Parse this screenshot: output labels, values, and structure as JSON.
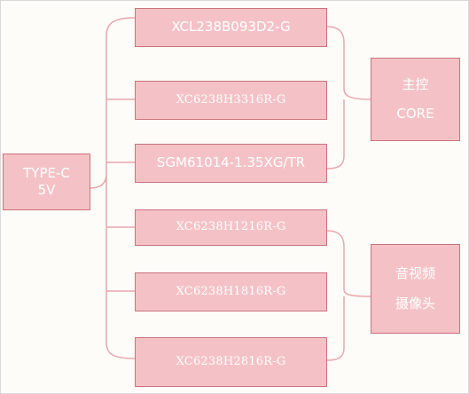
{
  "input": {
    "line1": "TYPE-C",
    "line2": "5V"
  },
  "chips": [
    "XCL238B093D2-G",
    "XC6238H3316R-G",
    "SGM61014-1.35XG/TR",
    "XC6238H1216R-G",
    "XC6238H1816R-G",
    "XC6238H2816R-G"
  ],
  "groups": [
    {
      "line1": "主控",
      "line2": "CORE"
    },
    {
      "line1": "音视频",
      "line2": "摄像头"
    }
  ],
  "colors": {
    "box_fill": "#f4c2c6",
    "box_border": "#c9737d",
    "wire": "#e7a7ae",
    "text": "#ffffff"
  }
}
